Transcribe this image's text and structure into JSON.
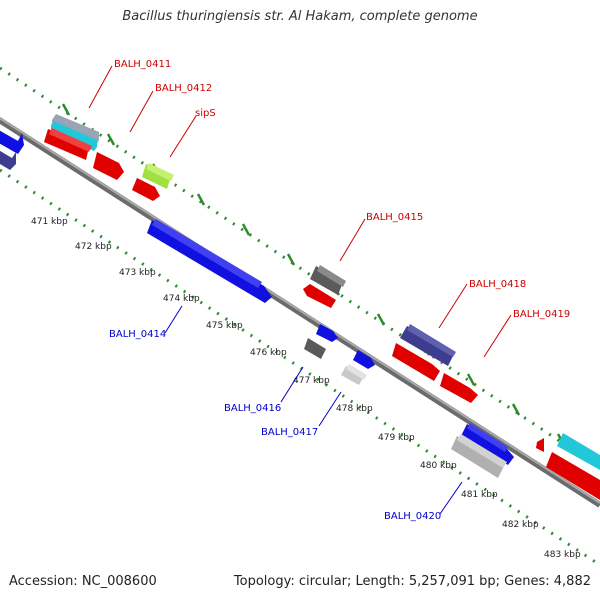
{
  "title": "Bacillus thuringiensis str. Al Hakam, complete genome",
  "footer": {
    "accession": "Accession: NC_008600",
    "summary": "Topology: circular; Length: 5,257,091 bp; Genes: 4,882"
  },
  "colors": {
    "backbone": "#8a8a8a",
    "tick_dots": "#2e8b2e",
    "label_forward": "#cc0000",
    "label_reverse": "#0000cc"
  },
  "ticks": [
    "471 kbp",
    "472 kbp",
    "473 kbp",
    "474 kbp",
    "475 kbp",
    "476 kbp",
    "477 kbp",
    "478 kbp",
    "479 kbp",
    "480 kbp",
    "481 kbp",
    "482 kbp",
    "483 kbp"
  ],
  "gene_labels": {
    "balh_0411": "BALH_0411",
    "balh_0412": "BALH_0412",
    "sips": "sipS",
    "balh_0415": "BALH_0415",
    "balh_0418": "BALH_0418",
    "balh_0419": "BALH_0419",
    "balh_0414": "BALH_0414",
    "balh_0416": "BALH_0416",
    "balh_0417": "BALH_0417",
    "balh_0420": "BALH_0420"
  }
}
